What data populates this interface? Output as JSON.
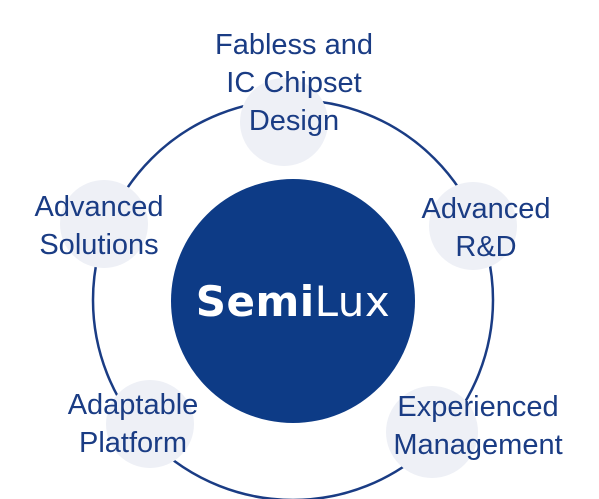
{
  "colors": {
    "ring": "#1a3c84",
    "center_fill": "#0d3b86",
    "node_fill": "#eef0f6",
    "label_text": "#1a3c84",
    "center_text": "#ffffff"
  },
  "center": {
    "brand_bold": "Semi",
    "brand_regular": "Lux"
  },
  "nodes": [
    {
      "id": "fabless",
      "lines": [
        "Fabless and",
        "IC Chipset",
        "Design"
      ]
    },
    {
      "id": "advanced-rd",
      "lines": [
        "Advanced",
        "R&D"
      ]
    },
    {
      "id": "experienced-management",
      "lines": [
        "Experienced",
        "Management"
      ]
    },
    {
      "id": "adaptable-platform",
      "lines": [
        "Adaptable",
        "Platform"
      ]
    },
    {
      "id": "advanced-solutions",
      "lines": [
        "Advanced",
        "Solutions"
      ]
    }
  ]
}
